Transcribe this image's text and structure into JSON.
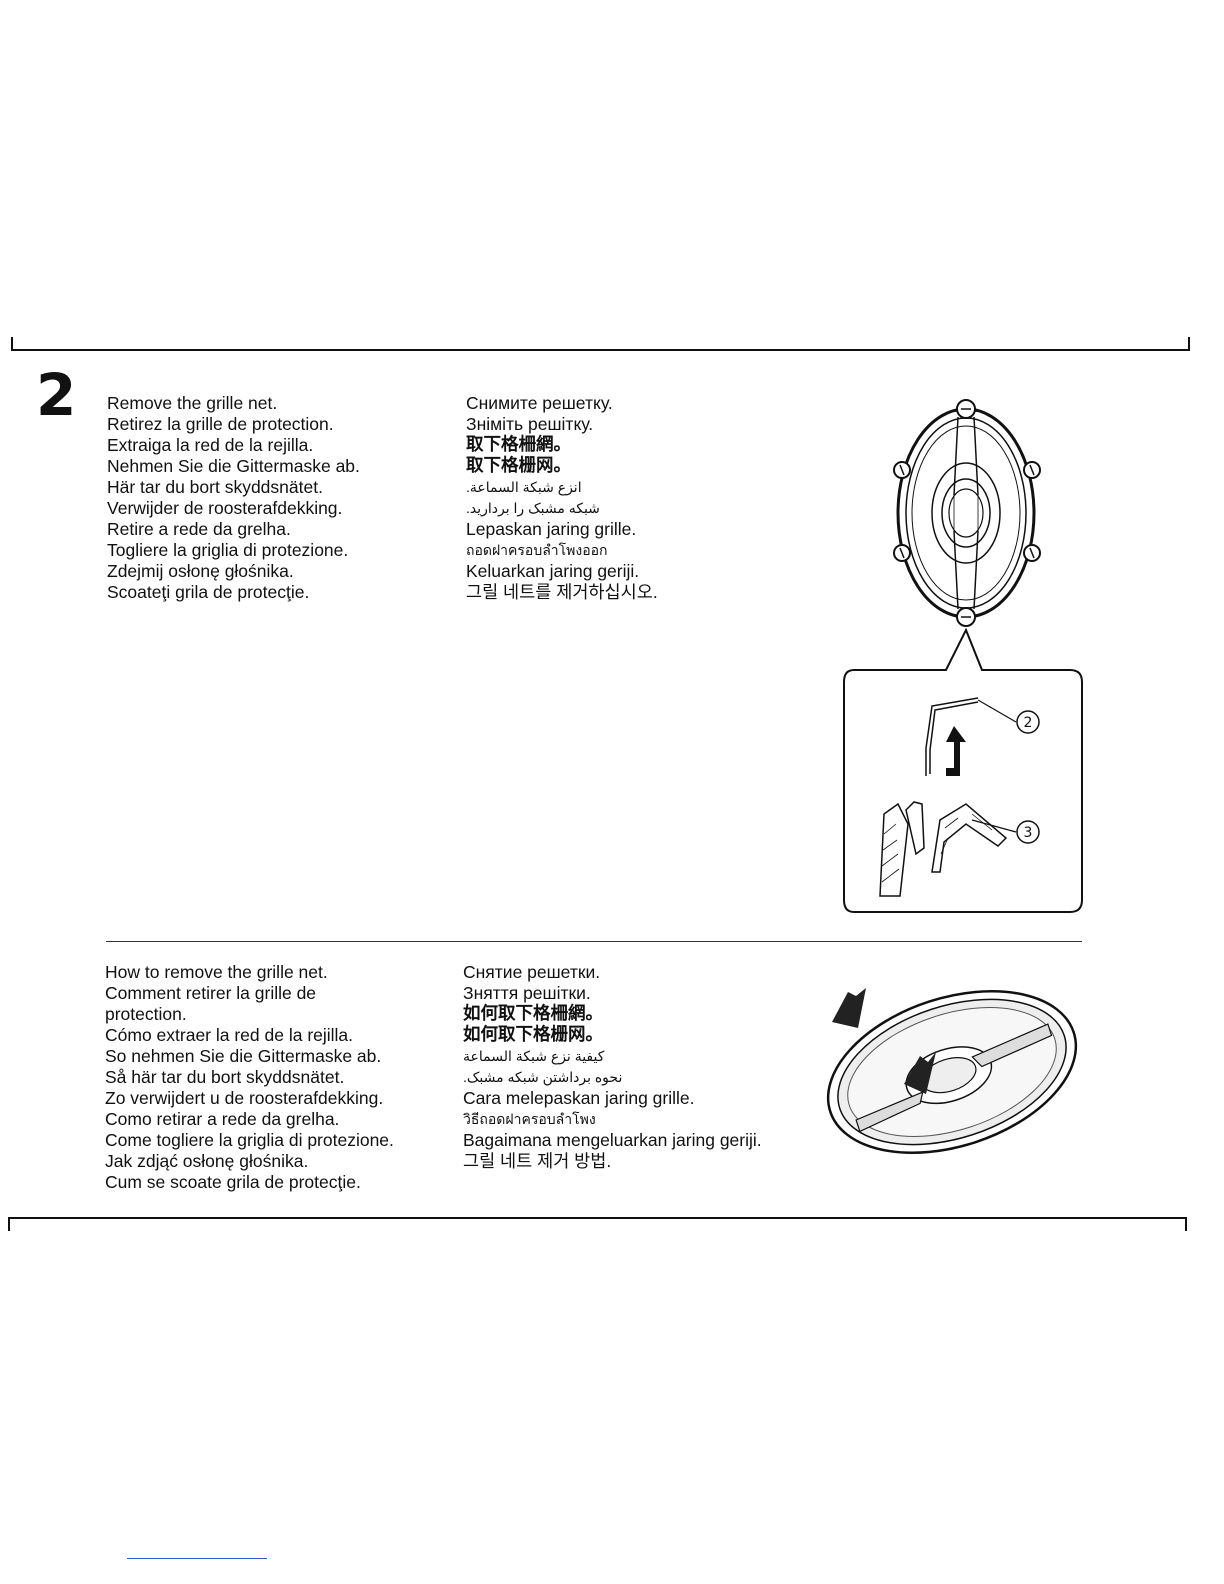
{
  "step": {
    "number": "2"
  },
  "remove": {
    "latin": [
      "Remove the grille net.",
      "Retirez la grille de protection.",
      "Extraiga la red de la rejilla.",
      "Nehmen Sie die Gittermaske ab.",
      "Här tar du bort skyddsnätet.",
      "Verwijder de roosterafdekking.",
      "Retire a rede da grelha.",
      "Togliere la griglia di protezione.",
      "Zdejmij osłonę głośnika.",
      "Scoateţi grila de protecţie."
    ],
    "russian": "Снимите решетку.",
    "ukrainian": "Зніміть решітку.",
    "chinese_traditional": "取下格柵網。",
    "chinese_simplified": "取下格栅网。",
    "arabic": "انزع شبكة السماعة.",
    "persian": "شبکه مشبک را بردارید.",
    "indonesian": "Lepaskan jaring grille.",
    "thai": "ถอดฝาครอบลำโพงออก",
    "malay": "Keluarkan jaring geriji.",
    "korean": "그릴 네트를 제거하십시오."
  },
  "howto": {
    "latin": [
      "How to remove the grille net.",
      "Comment retirer la grille de protection.",
      "Cómo extraer la red de la rejilla.",
      "So nehmen Sie die Gittermaske ab.",
      "Så här tar du bort skyddsnätet.",
      "Zo verwijdert u de roosterafdekking.",
      "Como retirar a rede da grelha.",
      "Come togliere la griglia di protezione.",
      "Jak zdjąć osłonę głośnika.",
      "Cum se scoate grila de protecţie."
    ],
    "russian": "Снятие решетки.",
    "ukrainian": "Зняття решітки.",
    "chinese_traditional": "如何取下格柵網。",
    "chinese_simplified": "如何取下格栅网。",
    "arabic": "كيفية نزع شبكة السماعة",
    "persian": "نحوه برداشتن شبکه مشبک.",
    "indonesian": "Cara melepaskan jaring grille.",
    "thai": "วิธีถอดฝาครอบลำโพง",
    "malay": "Bagaimana mengeluarkan jaring geriji.",
    "korean": "그릴 네트 제거 방법."
  },
  "callouts": {
    "c2": "2",
    "c3": "3"
  }
}
